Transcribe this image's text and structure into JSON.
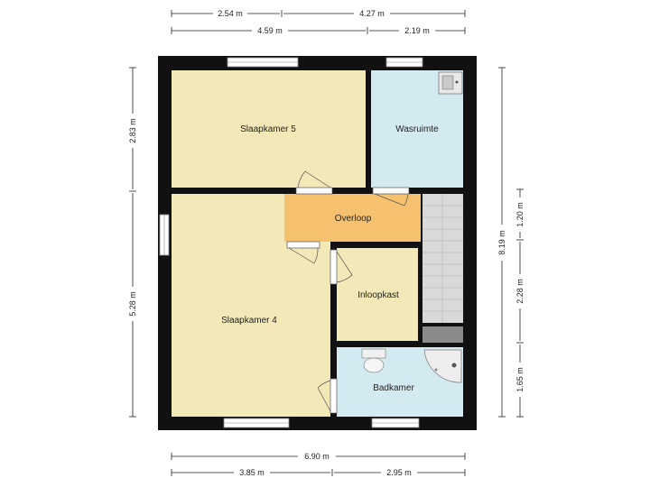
{
  "rooms": {
    "slaapkamer5": "Slaapkamer 5",
    "wasruimte": "Wasruimte",
    "overloop": "Overloop",
    "inloopkast": "Inloopkast",
    "slaapkamer4": "Slaapkamer 4",
    "badkamer": "Badkamer"
  },
  "dimensions": {
    "top_row1": [
      "2.54 m",
      "4.27 m"
    ],
    "top_row2": [
      "4.59 m",
      "2.19 m"
    ],
    "bottom_row1": "6.90 m",
    "bottom_row2": [
      "3.85 m",
      "2.95 m"
    ],
    "left": [
      "2.83 m",
      "5.28 m"
    ],
    "right_total": "8.19 m",
    "right_segments": [
      "1.20 m",
      "2.28 m",
      "1.65 m"
    ]
  },
  "colors": {
    "wall": "#111111",
    "bedroom": "#f3e8b7",
    "wet_room": "#d3eaf0",
    "hallway": "#f6c16f",
    "stairs": "#d9d9d9"
  }
}
